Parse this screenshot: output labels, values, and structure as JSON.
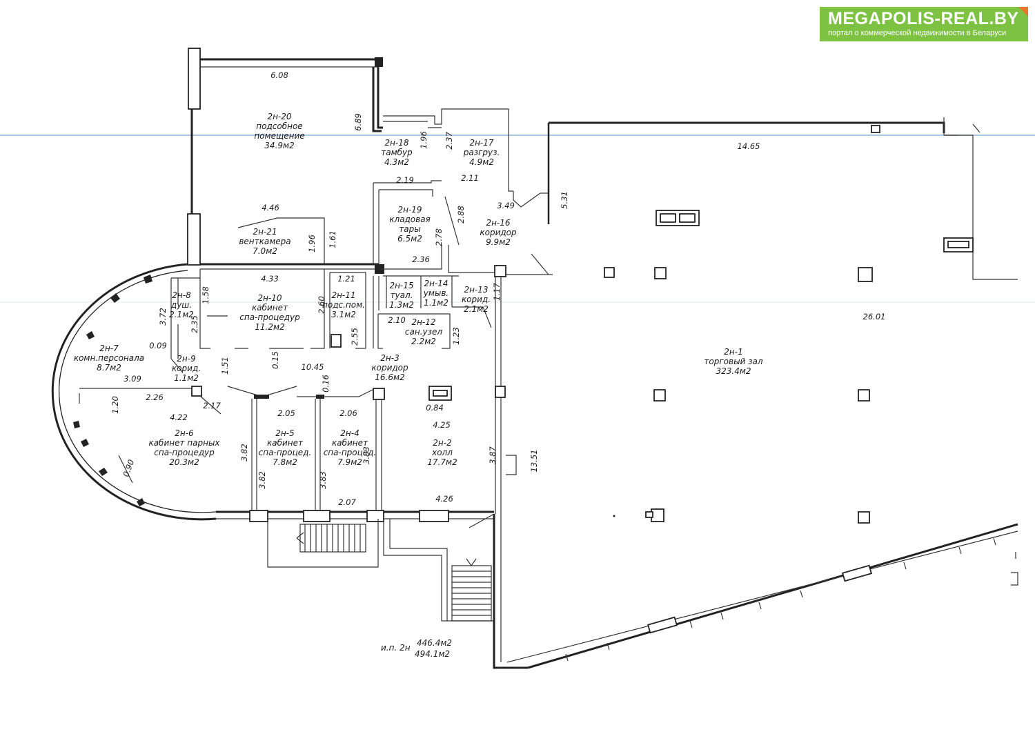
{
  "logo": {
    "brand": "MEGAPOLIS-REAL.BY",
    "tagline": "портал о коммерческой недвижимости в Беларуси",
    "color": "#7dc242"
  },
  "rooms": [
    {
      "id": "r20",
      "lines": [
        "2н-20",
        "подсобное",
        "помещение",
        "34.9м2"
      ]
    },
    {
      "id": "r18",
      "lines": [
        "2н-18",
        "тамбур",
        "4.3м2"
      ]
    },
    {
      "id": "r17",
      "lines": [
        "2н-17",
        "разгруз.",
        "4.9м2"
      ]
    },
    {
      "id": "r21",
      "lines": [
        "2н-21",
        "венткамера",
        "7.0м2"
      ]
    },
    {
      "id": "r19",
      "lines": [
        "2н-19",
        "кладовая",
        "тары",
        "6.5м2"
      ]
    },
    {
      "id": "r16",
      "lines": [
        "2н-16",
        "коридор",
        "9.9м2"
      ]
    },
    {
      "id": "r10",
      "lines": [
        "2н-10",
        "кабинет",
        "спа-процедур",
        "11.2м2"
      ]
    },
    {
      "id": "r11",
      "lines": [
        "2н-11",
        "подс.пом.",
        "3.1м2"
      ]
    },
    {
      "id": "r15",
      "lines": [
        "2н-15",
        "туал.",
        "1.3м2"
      ]
    },
    {
      "id": "r14",
      "lines": [
        "2н-14",
        "умыв.",
        "1.1м2"
      ]
    },
    {
      "id": "r13",
      "lines": [
        "2н-13",
        "корид.",
        "2.1м2"
      ]
    },
    {
      "id": "r8",
      "lines": [
        "2н-8",
        "душ.",
        "2.1м2"
      ]
    },
    {
      "id": "r12",
      "lines": [
        "2н-12",
        "сан.узел",
        "2.2м2"
      ]
    },
    {
      "id": "r7",
      "lines": [
        "2н-7",
        "комн.персонала",
        "8.7м2"
      ]
    },
    {
      "id": "r9",
      "lines": [
        "2н-9",
        "корид.",
        "1.1м2"
      ]
    },
    {
      "id": "r3",
      "lines": [
        "2н-3",
        "коридор",
        "16.6м2"
      ]
    },
    {
      "id": "r1",
      "lines": [
        "2н-1",
        "торговый зал",
        "323.4м2"
      ]
    },
    {
      "id": "r6",
      "lines": [
        "2н-6",
        "кабинет парных",
        "спа-процедур",
        "20.3м2"
      ]
    },
    {
      "id": "r5",
      "lines": [
        "2н-5",
        "кабинет",
        "спа-процед.",
        "7.8м2"
      ]
    },
    {
      "id": "r4",
      "lines": [
        "2н-4",
        "кабинет",
        "спа-процед.",
        "7.9м2"
      ]
    },
    {
      "id": "r2",
      "lines": [
        "2н-2",
        "холл",
        "17.7м2"
      ]
    }
  ],
  "dimensions": [
    "6.08",
    "6.89",
    "1.96",
    "2.37",
    "14.65",
    "2.19",
    "2.11",
    "3.49",
    "5.31",
    "4.46",
    "1.96",
    "1.61",
    "2.88",
    "2.78",
    "2.36",
    "4.33",
    "1.21",
    "1.58",
    "3.72",
    "2.60",
    "2.35",
    "1.17",
    "2.10",
    "26.01",
    "0.09",
    "2.55",
    "1.23",
    "1.51",
    "0.15",
    "10.45",
    "3.09",
    "0.16",
    "2.26",
    "1.20",
    "2.17",
    "4.22",
    "2.05",
    "2.06",
    "0.84",
    "4.25",
    "3.82",
    "3.83",
    "3.87",
    "13.51",
    "0.90",
    "3.82",
    "3.83",
    "2.07",
    "4.26"
  ],
  "summary": {
    "label": "и.п. 2н",
    "area_1": "446.4м2",
    "area_2": "494.1м2"
  }
}
